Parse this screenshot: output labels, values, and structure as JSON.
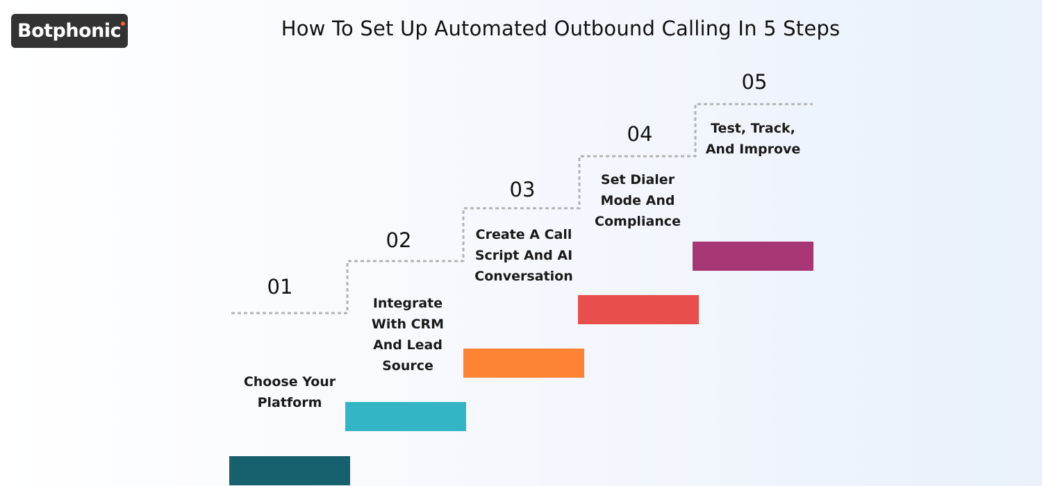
{
  "logo": {
    "text": "Botphonic",
    "accent_color": "#f26a2e"
  },
  "title": "How To Set Up Automated Outbound Calling In 5 Steps",
  "steps": [
    {
      "number": "01",
      "text": "Choose Your\nPlatform",
      "color": "#17606d"
    },
    {
      "number": "02",
      "text": "Integrate\nWith CRM\nAnd Lead\nSource",
      "color": "#33b5c5"
    },
    {
      "number": "03",
      "text": "Create A Call\nScript And AI\nConversation",
      "color": "#fe8433"
    },
    {
      "number": "04",
      "text": "Set Dialer\nMode And\nCompliance",
      "color": "#e84e4b"
    },
    {
      "number": "05",
      "text": "Test, Track,\nAnd Improve",
      "color": "#a63774"
    }
  ],
  "dash_color": "#b3b3b3"
}
